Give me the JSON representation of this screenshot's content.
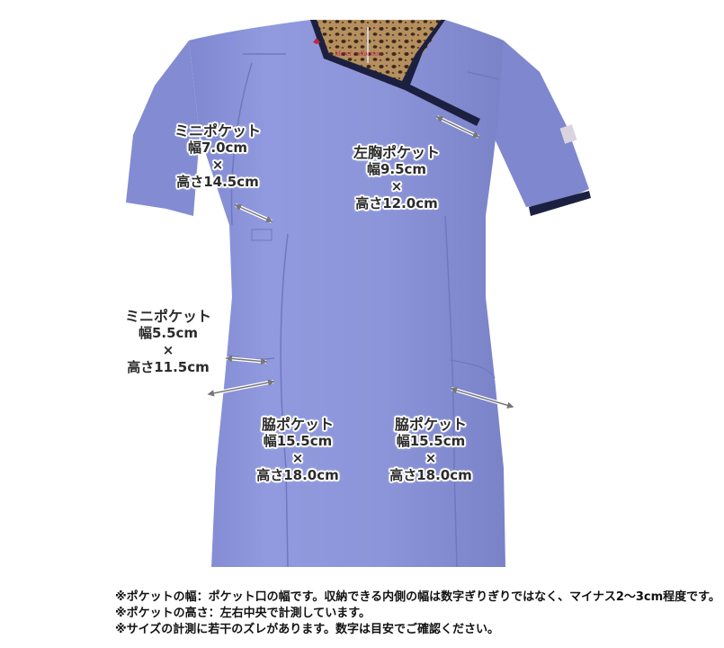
{
  "brand_logo": "Merci collection",
  "labels": {
    "mini_pocket_1": {
      "name": "ミニポケット",
      "width": "幅7.0cm",
      "times": "×",
      "height": "高さ14.5cm"
    },
    "chest_pocket": {
      "name": "左胸ポケット",
      "width": "幅9.5cm",
      "times": "×",
      "height": "高さ12.0cm"
    },
    "mini_pocket_2": {
      "name": "ミニポケット",
      "width": "幅5.5cm",
      "times": "×",
      "height": "高さ11.5cm"
    },
    "side_pocket_left": {
      "name": "脇ポケット",
      "width": "幅15.5cm",
      "times": "×",
      "height": "高さ18.0cm"
    },
    "side_pocket_right": {
      "name": "脇ポケット",
      "width": "幅15.5cm",
      "times": "×",
      "height": "高さ18.0cm"
    }
  },
  "notes": [
    "※ポケットの幅：ポケット口の幅です。収納できる内側の幅は数字ぎりぎりではなく、マイナス2〜3cm程度です。",
    "※ポケットの高さ：左右中央で計測しています。",
    "※サイズの計測に若干のズレがあります。数字は目安でご確認ください。"
  ],
  "colors": {
    "garment": "#8c94d8",
    "garment_shadow": "#7880c8",
    "neck_trim": "#1c2040",
    "lining": "#b08a5c",
    "arrow": "#777777"
  }
}
